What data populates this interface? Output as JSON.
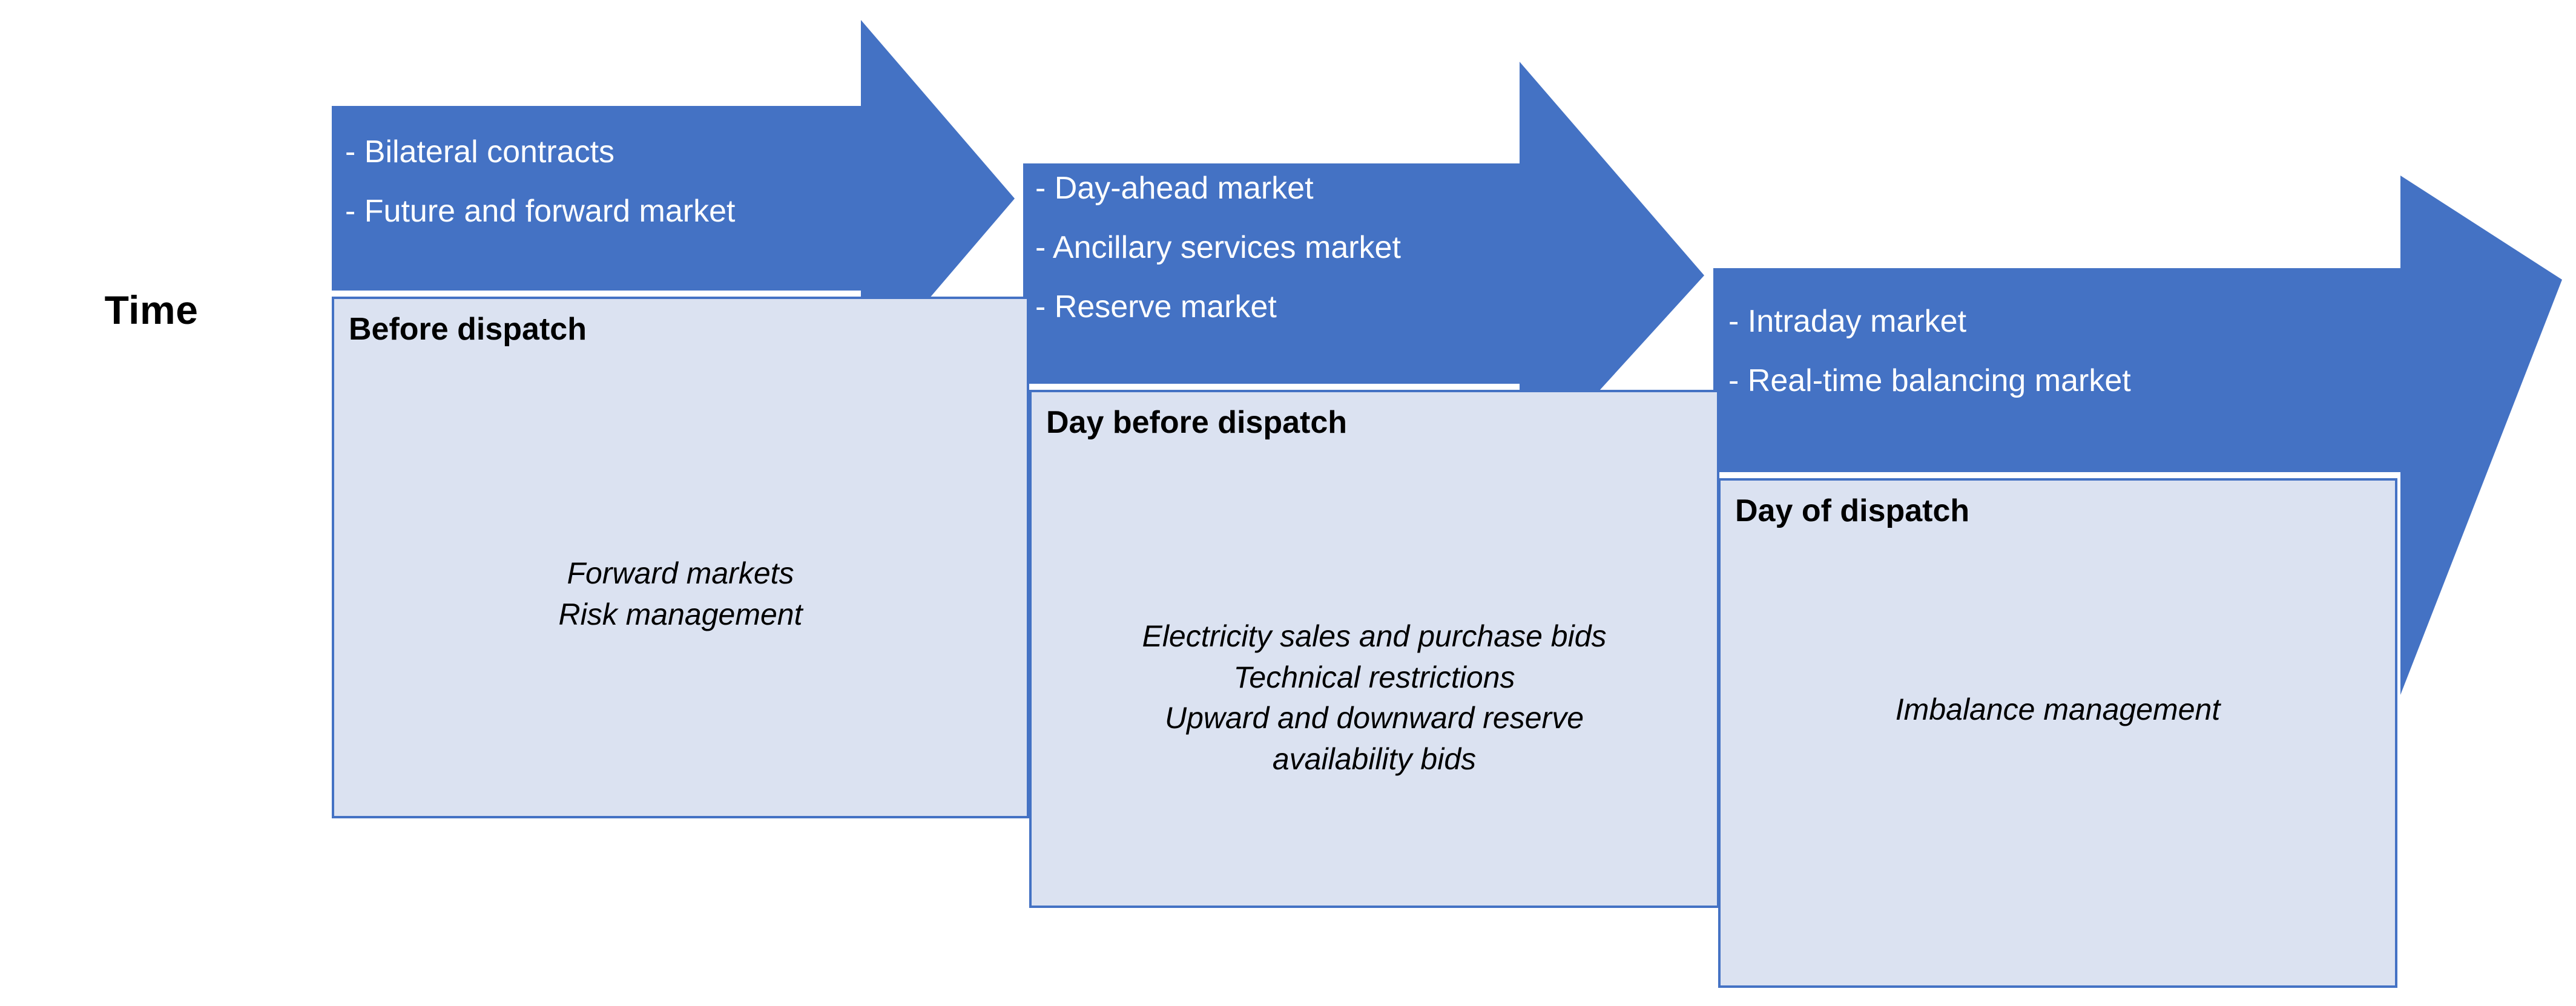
{
  "diagram": {
    "axis_label": "Time",
    "accent_blue": "#4472c4",
    "box_fill": "#dbe2f1",
    "box_border": "#4472c4",
    "arrow_text_color": "#ffffff"
  },
  "arrows": [
    {
      "name": "before-dispatch-arrow",
      "items": [
        "- Bilateral contracts",
        "- Future and forward market"
      ]
    },
    {
      "name": "day-before-dispatch-arrow",
      "items": [
        "- Day-ahead market",
        "- Ancillary services  market",
        "- Reserve  market"
      ]
    },
    {
      "name": "day-of-dispatch-arrow",
      "items": [
        "- Intraday market",
        "- Real-time balancing market"
      ]
    }
  ],
  "phases": [
    {
      "name": "before-dispatch",
      "title": "Before dispatch",
      "activities": [
        "Forward markets",
        "Risk management"
      ]
    },
    {
      "name": "day-before-dispatch",
      "title": "Day before dispatch",
      "activities": [
        "Electricity sales and purchase bids",
        "Technical restrictions",
        "Upward and downward reserve",
        "availability bids"
      ]
    },
    {
      "name": "day-of-dispatch",
      "title": "Day of dispatch",
      "activities": [
        "Imbalance management"
      ]
    }
  ]
}
